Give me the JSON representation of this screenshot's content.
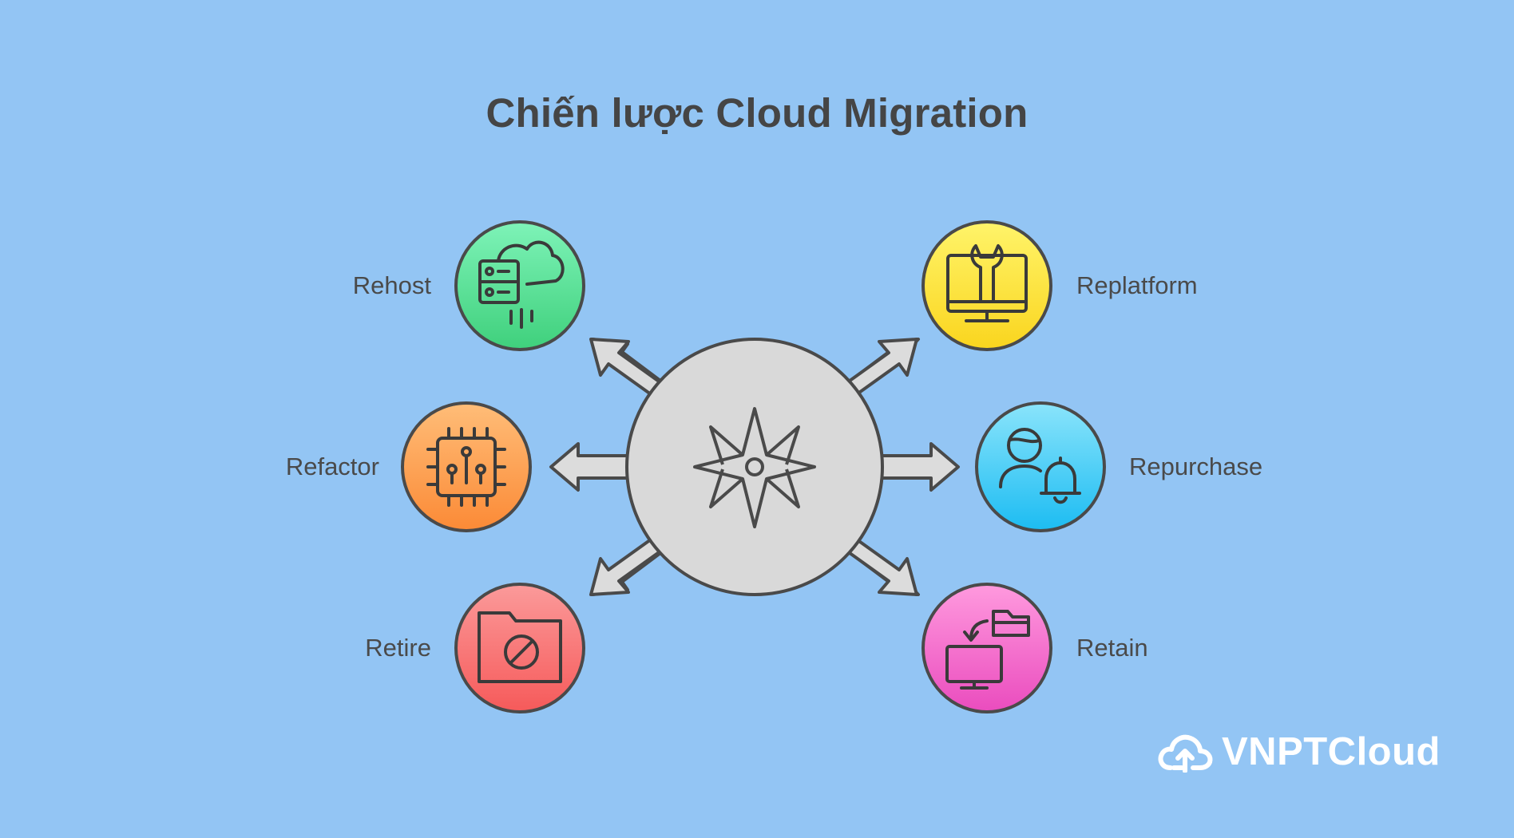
{
  "title": "Chiến lược Cloud Migration",
  "strategies": [
    {
      "label": "Rehost",
      "icon": "server-cloud-icon",
      "color": "#4cd98a"
    },
    {
      "label": "Refactor",
      "icon": "circuit-chip-icon",
      "color": "#fb9a4a"
    },
    {
      "label": "Retire",
      "icon": "folder-blocked-icon",
      "color": "#f77171"
    },
    {
      "label": "Replatform",
      "icon": "monitor-wrench-icon",
      "color": "#fbe12a"
    },
    {
      "label": "Repurchase",
      "icon": "user-bell-icon",
      "color": "#3cc8f4"
    },
    {
      "label": "Retain",
      "icon": "monitor-folder-icon",
      "color": "#f068c8"
    }
  ],
  "center": {
    "icon": "compass-star-icon",
    "color": "#d9d9d9"
  },
  "brand": {
    "name": "VNPTCloud",
    "icon": "cloud-upload-icon",
    "color": "#ffffff"
  },
  "colors": {
    "background": "#93c5f4",
    "stroke": "#4a4a4a",
    "text": "#454545"
  }
}
